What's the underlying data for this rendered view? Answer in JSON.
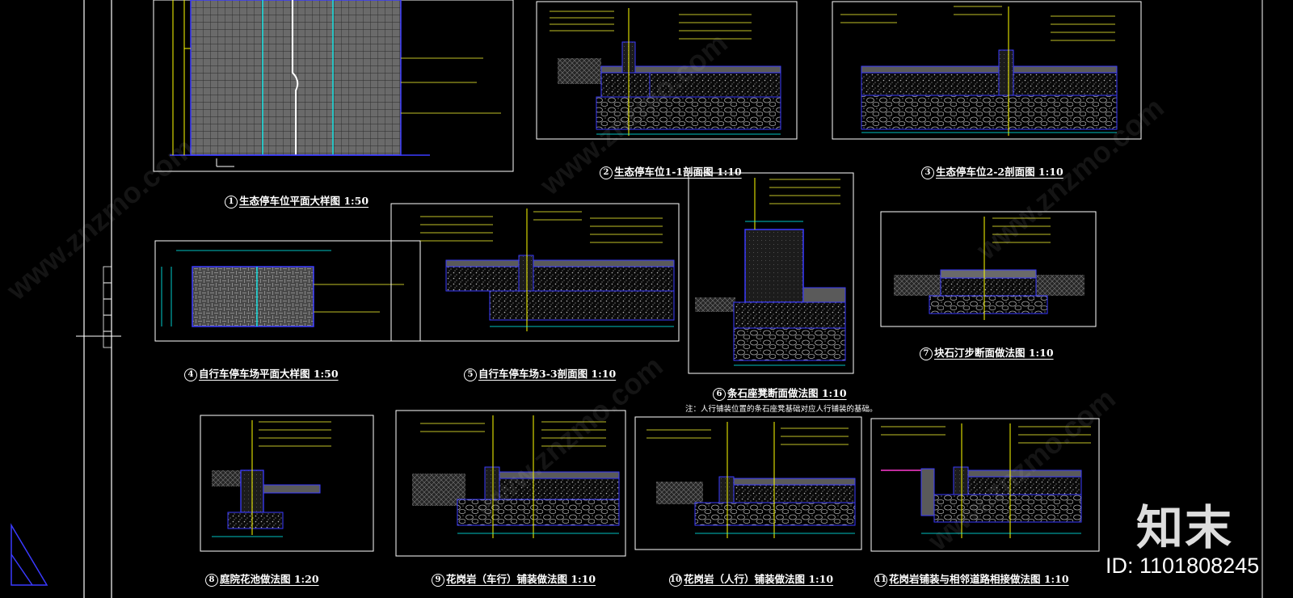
{
  "sheet": {
    "background": "#000000",
    "frame_color": "#ffffff",
    "detail_border_color": "#ffffff",
    "label_color": "#ffff33",
    "dimension_color": "#00ffff",
    "section_outline_color": "#3a3aff",
    "axis_line_color": "#ffff00"
  },
  "drawings": [
    {
      "num": "1",
      "title": "生态停车位平面大样图 1:50"
    },
    {
      "num": "2",
      "title": "生态停车位1-1剖面图 1:10"
    },
    {
      "num": "3",
      "title": "生态停车位2-2剖面图 1:10"
    },
    {
      "num": "4",
      "title": "自行车停车场平面大样图 1:50"
    },
    {
      "num": "5",
      "title": "自行车停车场3-3剖面图 1:10"
    },
    {
      "num": "6",
      "title": "条石座凳断面做法图 1:10"
    },
    {
      "num": "7",
      "title": "块石汀步断面做法图 1:10"
    },
    {
      "num": "8",
      "title": "庭院花池做法图 1:20"
    },
    {
      "num": "9",
      "title": "花岗岩（车行）铺装做法图 1:10"
    },
    {
      "num": "10",
      "title": "花岗岩（人行）铺装做法图 1:10"
    },
    {
      "num": "11",
      "title": "花岗岩铺装与相邻道路相接做法图 1:10"
    }
  ],
  "note_6": "注：人行铺装位置的条石座凳基础对应人行铺装的基础。",
  "brand": {
    "logo_text": "知末",
    "id_label": "ID: 1101808245"
  },
  "watermark_text": "www.znzmo.com"
}
